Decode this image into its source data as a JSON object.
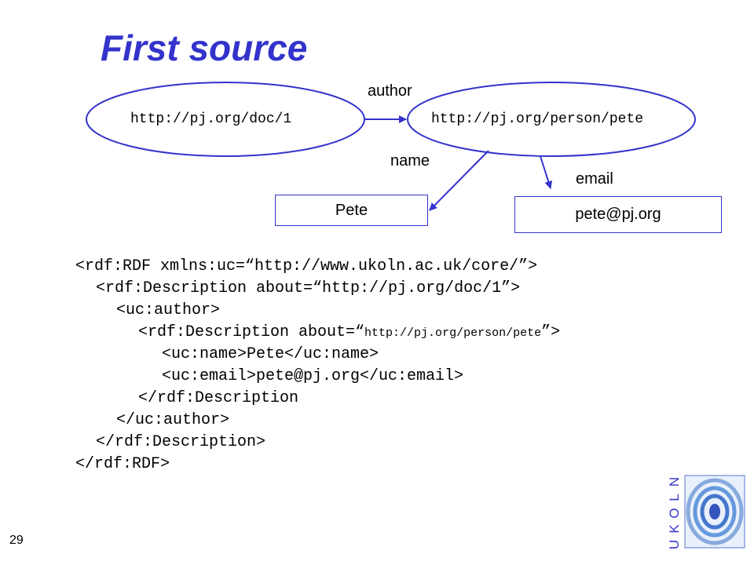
{
  "title": "First source",
  "slide_number": "29",
  "colors": {
    "accent": "#3333cc",
    "text": "#000000"
  },
  "diagram": {
    "doc_node": "http://pj.org/doc/1",
    "person_node": "http://pj.org/person/pete",
    "edge_author": "author",
    "edge_name": "name",
    "edge_email": "email",
    "name_value": "Pete",
    "email_value": "pete@pj.org"
  },
  "code": {
    "l1": "<rdf:RDF xmlns:uc=“http://www.ukoln.ac.uk/core/”>",
    "l2": "<rdf:Description about=“http://pj.org/doc/1”>",
    "l3": "<uc:author>",
    "l4a": "<rdf:Description about=“",
    "l4b": "http://pj.org/person/pete",
    "l4c": "”>",
    "l5": "<uc:name>Pete</uc:name>",
    "l6": "<uc:email>pete@pj.org</uc:email>",
    "l7": "</rdf:Description",
    "l8": "</uc:author>",
    "l9": "</rdf:Description>",
    "l10": "</rdf:RDF>"
  },
  "logo": {
    "letters": "UKOLN",
    "icon": "ukoln-eye-logo-icon"
  }
}
